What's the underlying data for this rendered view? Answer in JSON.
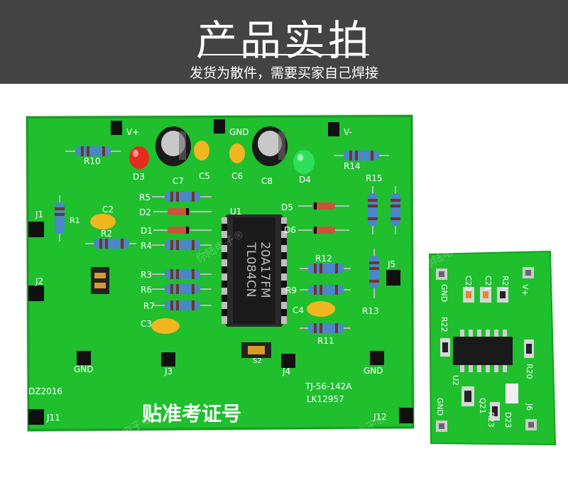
{
  "header": {
    "title": "产品实拍",
    "subtitle": "发货为散件，需要买家自己焊接"
  },
  "main_board": {
    "labels": {
      "vplus": "V+",
      "gnd_top": "GND",
      "vminus": "V-",
      "r10": "R10",
      "r14": "R14",
      "r15": "R15",
      "r1": "R1",
      "d3": "D3",
      "c7": "C7",
      "c5": "C5",
      "c6": "C6",
      "c8": "C8",
      "d4": "D4",
      "r5": "R5",
      "d2": "D2",
      "d1": "D1",
      "r4": "R4",
      "r3": "R3",
      "r6": "R6",
      "r7": "R7",
      "c2": "C2",
      "r2": "R2",
      "c3": "C3",
      "u1": "U1",
      "d5": "D5",
      "d6": "D6",
      "r12": "R12",
      "r9": "R9",
      "c4": "C4",
      "r11": "R11",
      "r13": "R13",
      "j1": "J1",
      "j2": "J2",
      "j5": "J5",
      "s2": "S2",
      "j3": "J3",
      "j4": "J4",
      "gnd_left": "GND",
      "gnd_right": "GND",
      "dz": "DZ2016",
      "j11": "J11",
      "j12": "J12",
      "model1": "TJ-56-142A",
      "model2": "LK12957",
      "exam": "贴准考证号"
    },
    "ic_text1": "20A17FM",
    "ic_text2": "TL084CN"
  },
  "small_board": {
    "labels": {
      "c22": "C22",
      "c21": "C21",
      "r21": "R21",
      "gnd1": "GND",
      "vplus": "V+",
      "r22": "R22",
      "r20": "R20",
      "u2": "U2",
      "gnd2": "GND",
      "q21": "Q21",
      "r23": "R23",
      "d23": "D23",
      "j6": "J6"
    }
  },
  "watermark": "你陆电子®"
}
